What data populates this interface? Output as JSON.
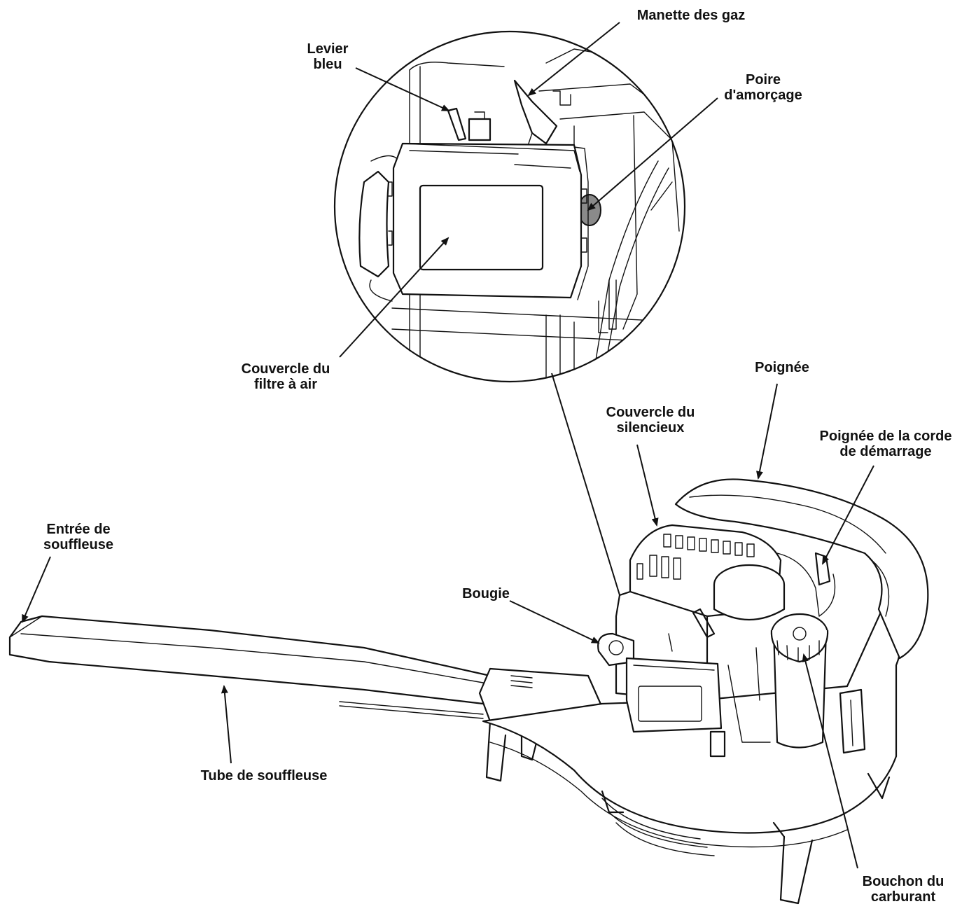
{
  "labels": {
    "levier_bleu": [
      "Levier",
      "bleu"
    ],
    "manette_gaz": [
      "Manette des gaz"
    ],
    "poire_amorcage": [
      "Poire",
      "d'amorçage"
    ],
    "couvercle_filtre": [
      "Couvercle du",
      "filtre à air"
    ],
    "poignee": [
      "Poignée"
    ],
    "couvercle_silencieux": [
      "Couvercle du",
      "silencieux"
    ],
    "poignee_corde": [
      "Poignée de la corde",
      "de démarrage"
    ],
    "entree_souffleuse": [
      "Entrée de",
      "souffleuse"
    ],
    "bougie": [
      "Bougie"
    ],
    "tube_souffleuse": [
      "Tube de souffleuse"
    ],
    "bouchon_carburant": [
      "Bouchon du",
      "carburant"
    ]
  },
  "colors": {
    "ink": "#111111",
    "paper": "#ffffff",
    "bulb": "#8a8a8a"
  }
}
